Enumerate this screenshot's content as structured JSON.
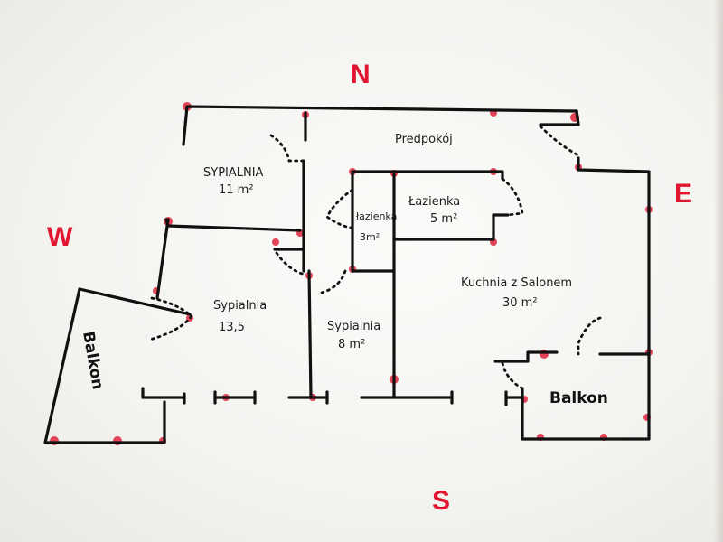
{
  "compass": {
    "north": "N",
    "east": "E",
    "south": "S",
    "west": "W"
  },
  "rooms": {
    "sypialnia_top_name": "SYPIALNIA",
    "sypialnia_top_area": "11 m²",
    "predpokoj": "Predpokój",
    "lazienka_small_name": "łazienka",
    "lazienka_small_area": "3m²",
    "lazienka_name": "Łazienka",
    "lazienka_area": "5 m²",
    "kuchnia_name": "Kuchnia z Salonem",
    "kuchnia_area": "30 m²",
    "sypialnia_mid_name": "Sypialnia",
    "sypialnia_mid_area": "13,5",
    "sypialnia_small_name": "Sypialnia",
    "sypialnia_small_area": "8 m²",
    "balkon_left": "Balkon",
    "balkon_right": "Balkon"
  },
  "colors": {
    "wall": "#111111",
    "marker": "#e0243b",
    "compass": "#e1152f",
    "paper": "#f7f7f5"
  }
}
